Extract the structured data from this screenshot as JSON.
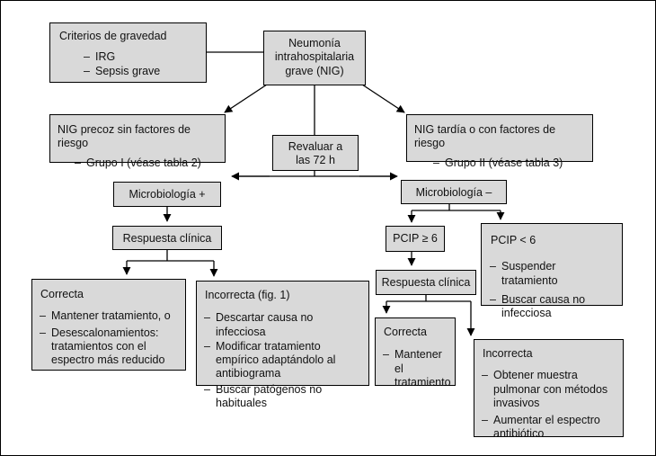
{
  "nodes": {
    "criterios": {
      "title": "Criterios de gravedad",
      "items": [
        "IRG",
        "Sepsis grave"
      ]
    },
    "nig": {
      "title": "Neumonía intrahospitalaria grave (NIG)"
    },
    "precoz": {
      "title": "NIG precoz sin factores de riesgo",
      "items": [
        "Grupo I (véase tabla 2)"
      ]
    },
    "tardia": {
      "title": "NIG tardía o con factores de riesgo",
      "items": [
        "Grupo II (véase tabla 3)"
      ]
    },
    "revaluar": {
      "title": "Revaluar a las 72 h"
    },
    "micro_pos": {
      "title": "Microbiología +"
    },
    "micro_neg": {
      "title": "Microbiología –"
    },
    "resp_left": {
      "title": "Respuesta clínica"
    },
    "pcip_ge6": {
      "title": "PCIP ≥ 6"
    },
    "pcip_lt6": {
      "title": "PCIP < 6",
      "items": [
        "Suspender tratamiento",
        "Buscar causa no infecciosa"
      ]
    },
    "resp_right": {
      "title": "Respuesta clínica"
    },
    "correcta_left": {
      "title": "Correcta",
      "items": [
        "Mantener tratamiento, o",
        "Desescalonamientos: tratamientos con el espectro más reducido"
      ]
    },
    "incorrecta_left": {
      "title": "Incorrecta (fig. 1)",
      "items": [
        "Descartar causa no infecciosa",
        "Modificar tratamiento empírico adaptándolo al antibiograma",
        "Buscar patógenos no habituales"
      ]
    },
    "correcta_right": {
      "title": "Correcta",
      "items": [
        "Mantener el tratamiento"
      ]
    },
    "incorrecta_right": {
      "title": "Incorrecta",
      "items": [
        "Obtener muestra pulmonar con métodos invasivos",
        "Aumentar el espectro antibiótico"
      ]
    }
  }
}
